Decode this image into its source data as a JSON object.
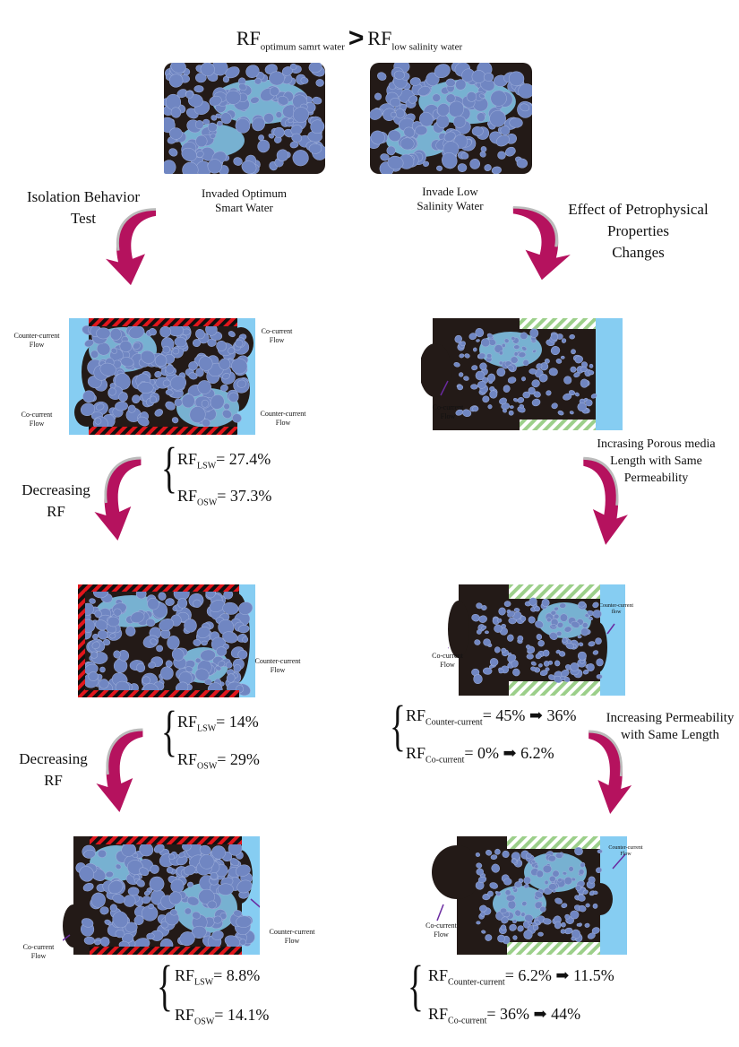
{
  "title": {
    "rf": "RF",
    "sub_left": "optimum samrt water",
    "gt": ">",
    "sub_right": "low salinity water"
  },
  "top_images": {
    "left_caption_1": "Invaded Optimum",
    "left_caption_2": "Smart Water",
    "right_caption_1": "Invade Low",
    "right_caption_2": "Salinity Water"
  },
  "headings": {
    "isolation_1": "Isolation Behavior",
    "isolation_2": "Test",
    "petro_1": "Effect of Petrophysical",
    "petro_2": "Properties",
    "petro_3": "Changes",
    "decreasing_1": "Decreasing",
    "decreasing_2": "RF",
    "length_1": "Incrasing Porous media",
    "length_2": "Length with Same",
    "length_3": "Permeability",
    "perm_1": "Increasing Permeability",
    "perm_2": "with Same Length"
  },
  "flow_labels": {
    "counter": "Counter-current",
    "co": "Co-current",
    "flow": "Flow",
    "flow_lower": "flow"
  },
  "results": {
    "rf": "RF",
    "lsw": "LSW",
    "osw": "OSW",
    "counter": "Counter-current",
    "co": "Co-current",
    "left_1": {
      "lsw": "= 27.4%",
      "osw": "= 37.3%"
    },
    "left_2": {
      "lsw": "= 14%",
      "osw": "= 29%"
    },
    "left_3": {
      "lsw": "= 8.8%",
      "osw": "= 14.1%"
    },
    "right_2": {
      "counter_from": "= 45%",
      "counter_to": "36%",
      "co_from": "= 0%",
      "co_to": "6.2%"
    },
    "right_3": {
      "counter_from": "= 6.2%",
      "counter_to": "11.5%",
      "co_from": "= 36%",
      "co_to": "44%"
    },
    "arrow": "➡"
  },
  "colors": {
    "water": "#86cdf2",
    "rock": "#231a17",
    "grain": "#7086c2",
    "hatch_red": "#e0161c",
    "hatch_green": "#9ccf8a",
    "arrow": "#b5125e"
  }
}
